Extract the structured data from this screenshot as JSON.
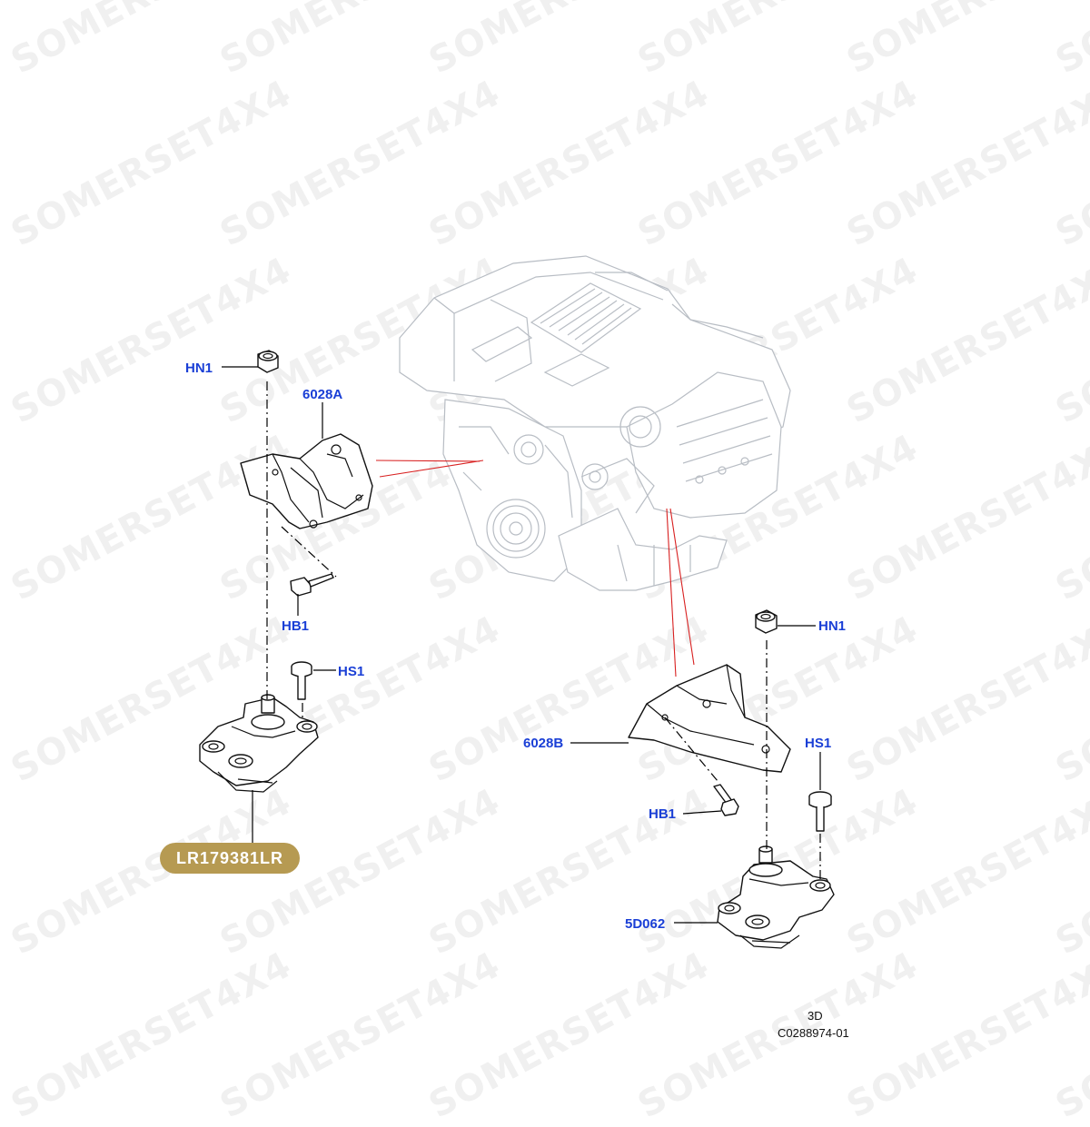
{
  "watermark": "SOMERSET4X4",
  "callouts": {
    "hn1_left": "HN1",
    "part_6028a": "6028A",
    "hb1_left": "HB1",
    "hs1_left": "HS1",
    "hn1_right": "HN1",
    "part_6028b": "6028B",
    "hs1_right": "HS1",
    "hb1_right": "HB1",
    "part_5d062": "5D062"
  },
  "part_number_badge": {
    "label": "LR179381LR",
    "color": "#b69a52"
  },
  "view_label": "3D",
  "drawing_code": "C0288974-01",
  "colors": {
    "callout_text": "#1a3fd6",
    "engine_lines": "#b8bdc4",
    "reference_lines": "#d82020"
  }
}
